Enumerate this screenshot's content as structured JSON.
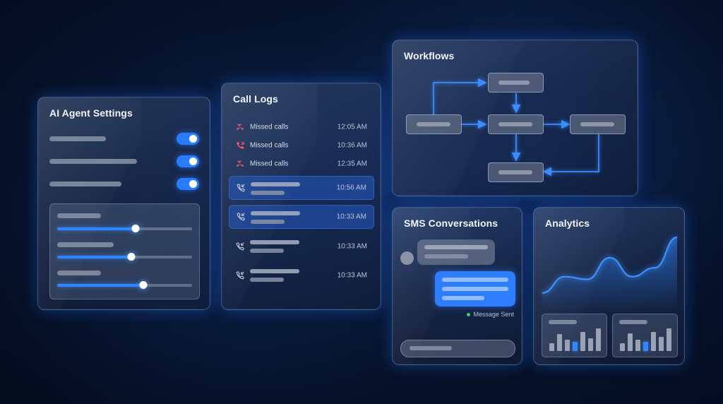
{
  "ai_agent_settings": {
    "title": "AI Agent Settings",
    "toggles": [
      true,
      true,
      true
    ],
    "sliders": [
      0.58,
      0.55,
      0.64
    ]
  },
  "call_logs": {
    "title": "Call Logs",
    "missed": [
      {
        "label": "Missed calls",
        "time": "12:05 AM"
      },
      {
        "label": "Missed calls",
        "time": "10:36 AM"
      },
      {
        "label": "Missed calls",
        "time": "12:35 AM"
      }
    ],
    "calls": [
      {
        "time": "10:56 AM",
        "active": true
      },
      {
        "time": "10:33 AM",
        "active": true
      },
      {
        "time": "10:33 AM",
        "active": false
      },
      {
        "time": "10:33 AM",
        "active": false
      }
    ]
  },
  "workflows": {
    "title": "Workflows"
  },
  "sms": {
    "title": "SMS Conversations",
    "status": "Message Sent"
  },
  "analytics": {
    "title": "Analytics",
    "line_points": [
      0.18,
      0.42,
      0.38,
      0.7,
      0.42,
      0.55,
      1.0
    ],
    "card1_bars": [
      0.35,
      0.75,
      0.5,
      0.42,
      0.85,
      0.55,
      1.0
    ],
    "card2_bars": [
      0.35,
      0.78,
      0.5,
      0.42,
      0.85,
      0.62,
      1.0
    ],
    "highlight_index": 3
  },
  "colors": {
    "accent": "#2f86ff",
    "missed": "#ff5a6e",
    "success": "#38d27a"
  }
}
